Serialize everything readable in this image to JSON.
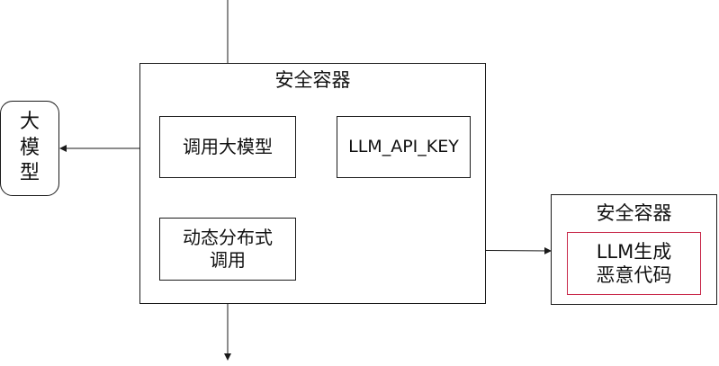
{
  "container_main": {
    "title": "安全容器"
  },
  "container_side": {
    "title": "安全容器"
  },
  "llm_node": {
    "label": "大\n模\n型"
  },
  "call_llm_node": {
    "label": "调用大模型"
  },
  "api_key_node": {
    "label": "LLM_API_KEY"
  },
  "dynamic_call_node": {
    "label": "动态分布式\n调用"
  },
  "malicious_code_node": {
    "label": "LLM生成\n恶意代码"
  },
  "colors": {
    "line": "#1a1a1a",
    "malicious_border": "#c8294a"
  }
}
